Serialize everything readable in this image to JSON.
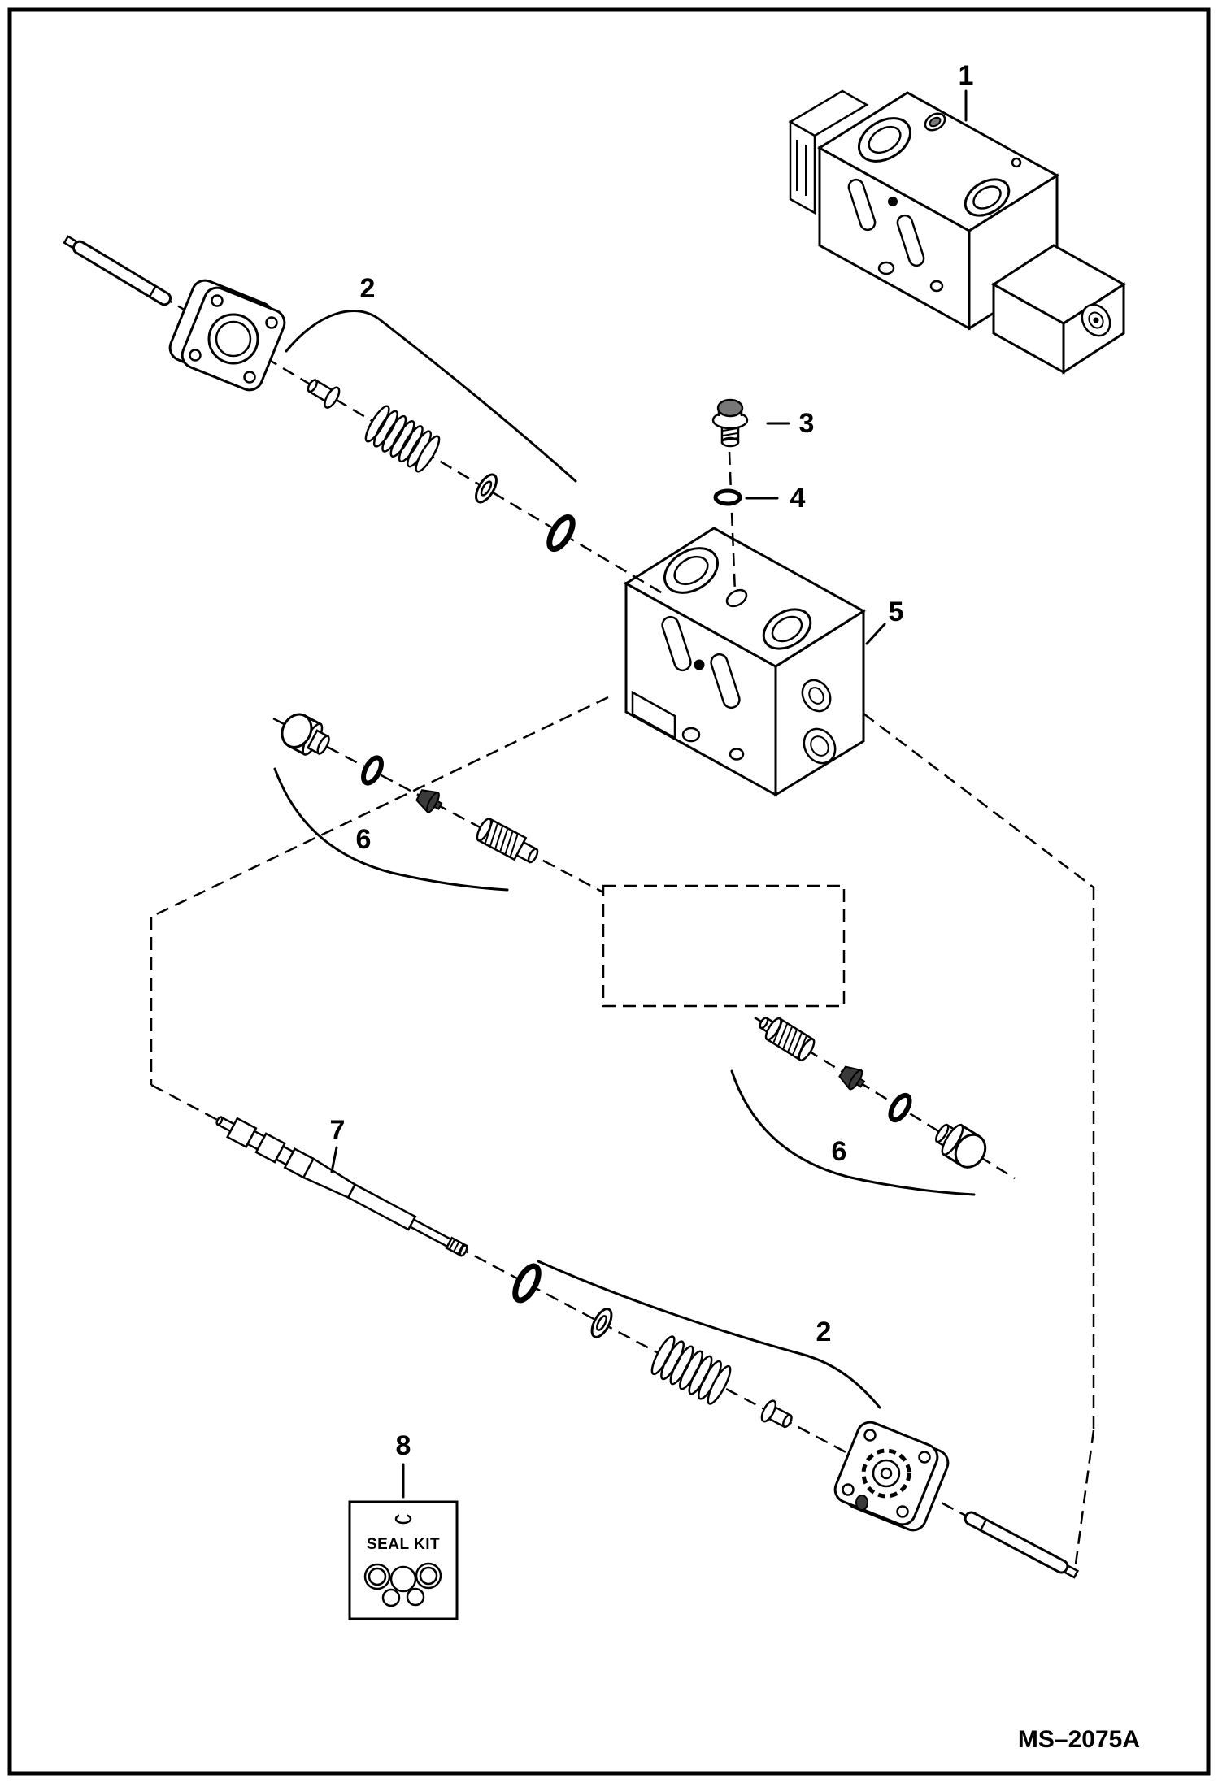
{
  "figure": {
    "code": "MS–2075A",
    "seal_kit": {
      "label": "SEAL KIT"
    },
    "callouts": {
      "item1": "1",
      "item2_top": "2",
      "item2_bottom": "2",
      "item3": "3",
      "item4": "4",
      "item5": "5",
      "item6_left": "6",
      "item6_right": "6",
      "item7": "7",
      "item8": "8"
    }
  },
  "colors": {
    "ink": "#000000",
    "paper": "#ffffff"
  }
}
